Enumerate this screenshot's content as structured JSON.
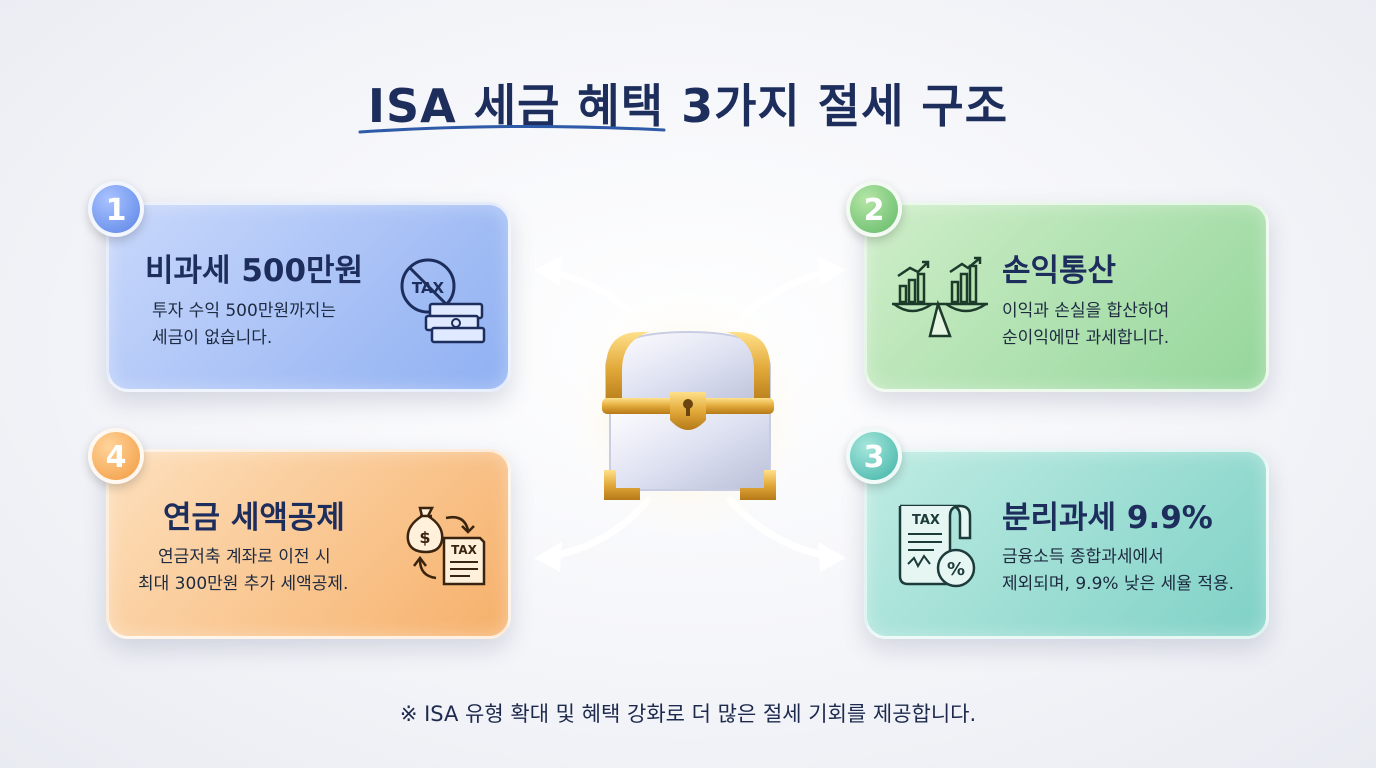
{
  "title": "ISA 세금 혜택 3가지 절세 구조",
  "center_icon": "treasure-chest-icon",
  "cards": [
    {
      "number": "1",
      "title": "비과세 500만원",
      "desc_line1": "투자 수익 500만원까지는",
      "desc_line2": "세금이 없습니다.",
      "icon": "no-tax-money-icon",
      "icon_text": "TAX",
      "color": "#8fb0f2"
    },
    {
      "number": "2",
      "title": "손익통산",
      "desc_line1": "이익과 손실을 합산하여",
      "desc_line2": "순이익에만 과세합니다.",
      "icon": "balance-scale-chart-icon",
      "color": "#94d69a"
    },
    {
      "number": "3",
      "title": "분리과세 9.9%",
      "desc_line1": "금융소득 종합과세에서",
      "desc_line2": "제외되며, 9.9% 낮은 세율 적용.",
      "icon": "tax-document-percent-icon",
      "icon_text": "TAX",
      "color": "#7fd1c6"
    },
    {
      "number": "4",
      "title": "연금 세액공제",
      "desc_line1": "연금저축 계좌로 이전 시",
      "desc_line2": "최대 300만원 추가 세액공제.",
      "icon": "money-bag-tax-transfer-icon",
      "icon_text": "TAX",
      "icon_symbol": "$",
      "color": "#f6b06a"
    }
  ],
  "footer": "※ ISA 유형 확대 및 혜택 강화로 더 많은 절세 기회를 제공합니다."
}
